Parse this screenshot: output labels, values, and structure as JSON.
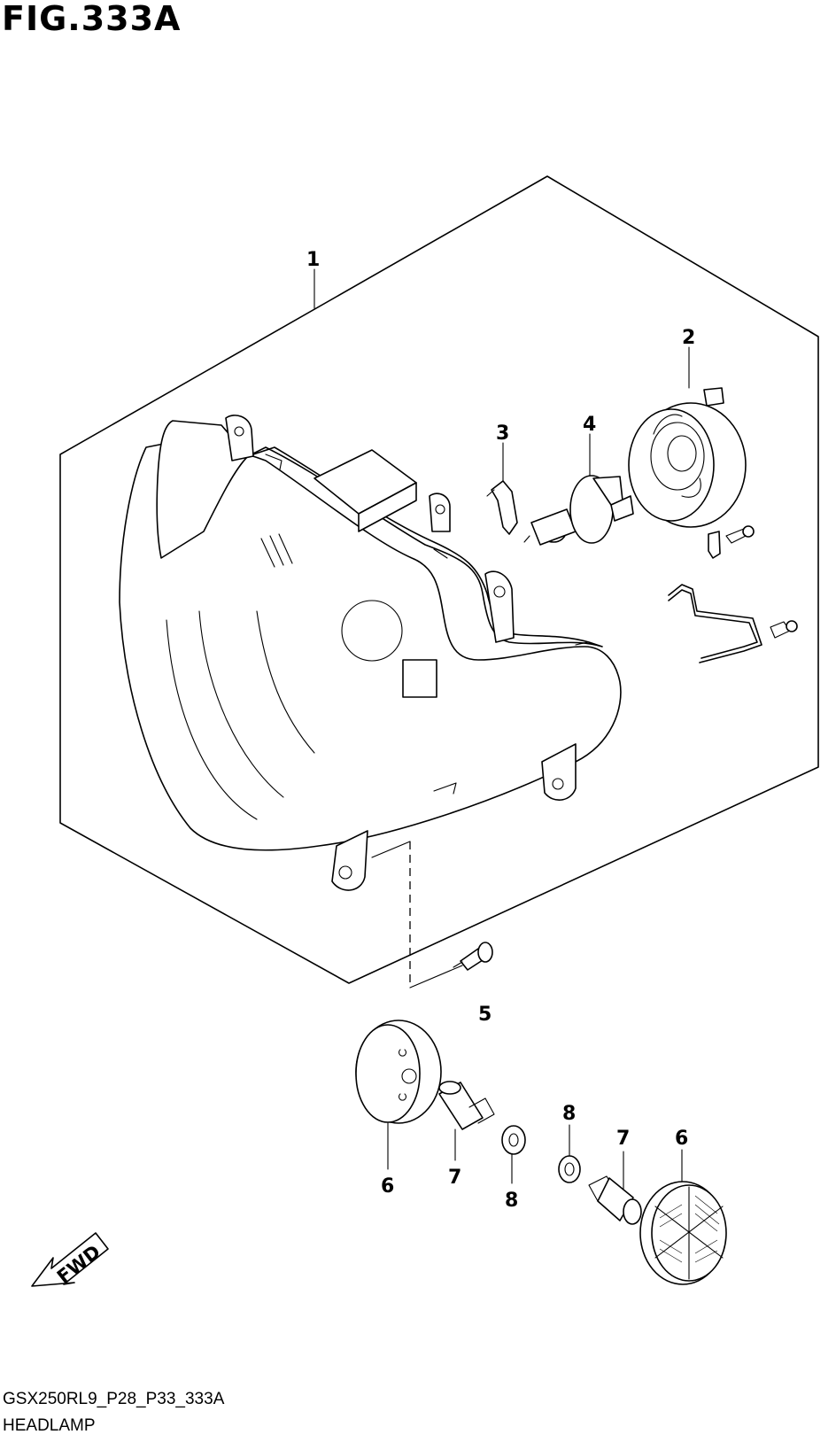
{
  "figure": {
    "title": "FIG.333A",
    "code": "GSX250RL9_P28_P33_333A",
    "name": "HEADLAMP"
  },
  "direction_marker": {
    "label": "FWD"
  },
  "callouts": [
    {
      "id": "c1",
      "number": "1"
    },
    {
      "id": "c2",
      "number": "2"
    },
    {
      "id": "c3",
      "number": "3"
    },
    {
      "id": "c4",
      "number": "4"
    },
    {
      "id": "c5",
      "number": "5"
    },
    {
      "id": "c6a",
      "number": "6"
    },
    {
      "id": "c7a",
      "number": "7"
    },
    {
      "id": "c8a",
      "number": "8"
    },
    {
      "id": "c8b",
      "number": "8"
    },
    {
      "id": "c7b",
      "number": "7"
    },
    {
      "id": "c6b",
      "number": "6"
    }
  ]
}
